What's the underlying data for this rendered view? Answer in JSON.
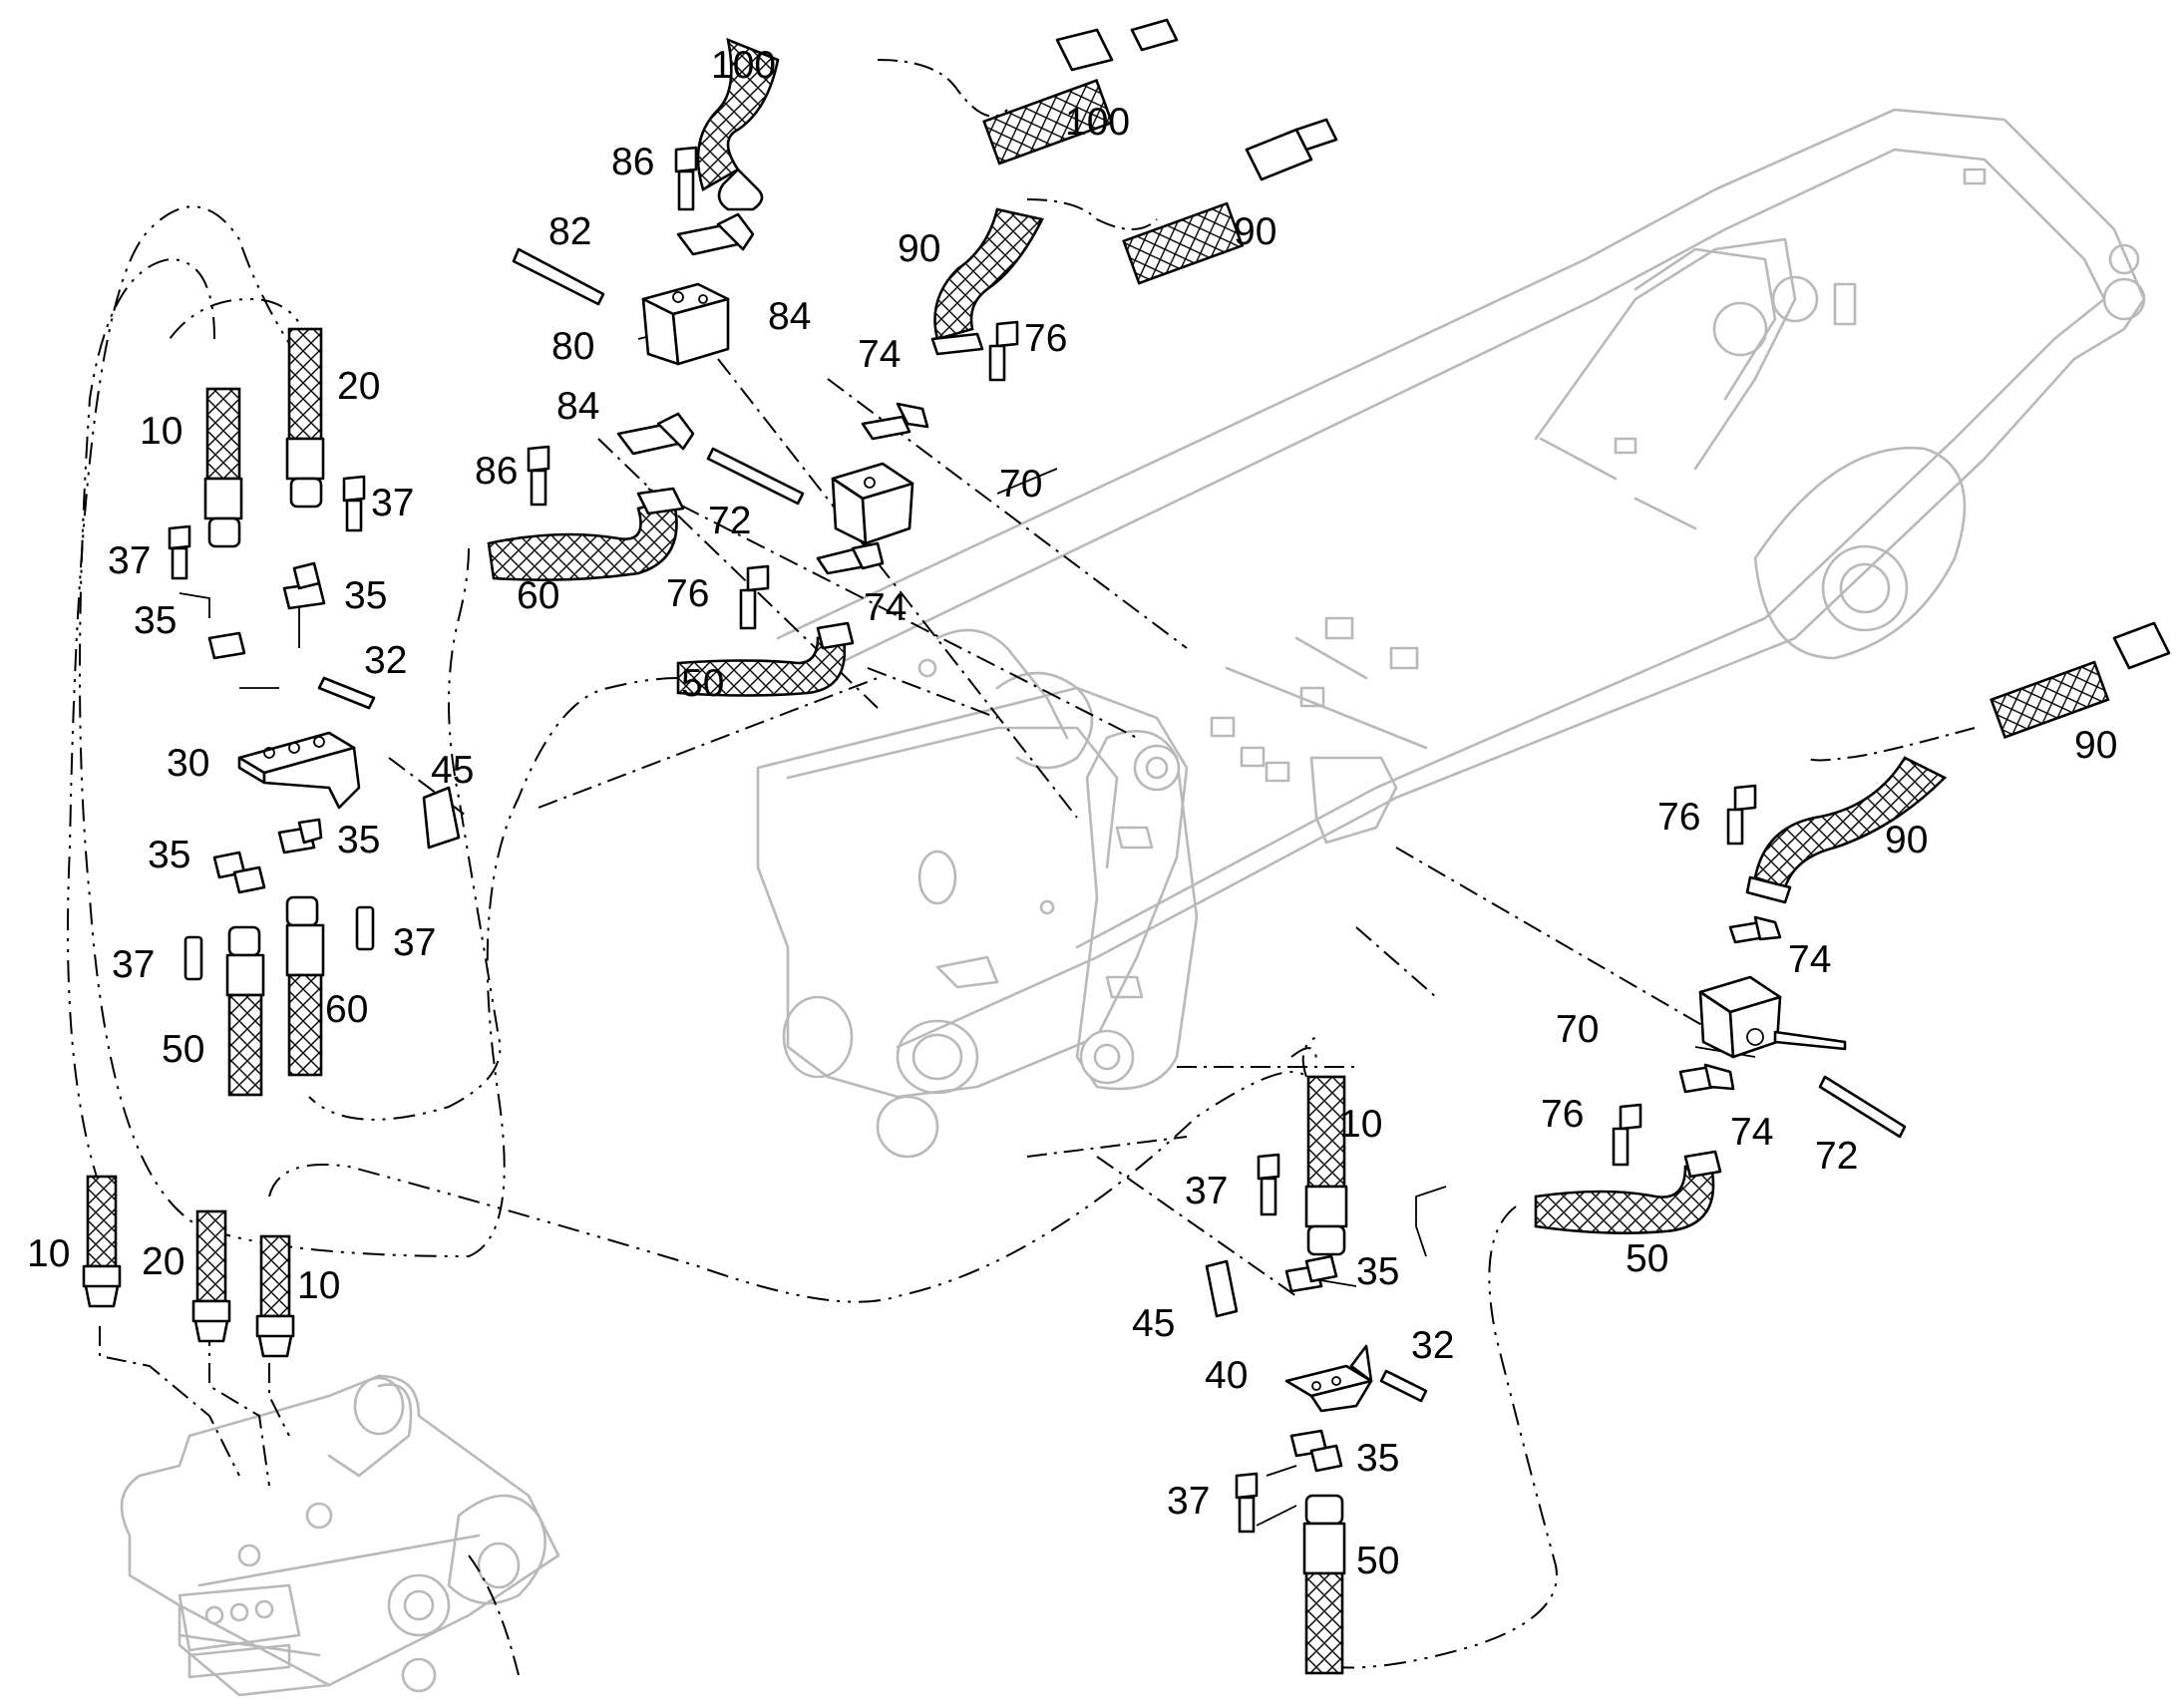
{
  "labels": [
    {
      "id": "100a",
      "text": "100"
    },
    {
      "id": "100b",
      "text": "100"
    },
    {
      "id": "86a",
      "text": "86"
    },
    {
      "id": "82",
      "text": "82"
    },
    {
      "id": "84a",
      "text": "84"
    },
    {
      "id": "80",
      "text": "80"
    },
    {
      "id": "84b",
      "text": "84"
    },
    {
      "id": "86b",
      "text": "86"
    },
    {
      "id": "90a",
      "text": "90"
    },
    {
      "id": "90b",
      "text": "90"
    },
    {
      "id": "74a",
      "text": "74"
    },
    {
      "id": "76a",
      "text": "76"
    },
    {
      "id": "70a",
      "text": "70"
    },
    {
      "id": "72a",
      "text": "72"
    },
    {
      "id": "60a",
      "text": "60"
    },
    {
      "id": "76b",
      "text": "76"
    },
    {
      "id": "74b",
      "text": "74"
    },
    {
      "id": "50a",
      "text": "50"
    },
    {
      "id": "10a",
      "text": "10"
    },
    {
      "id": "20a",
      "text": "20"
    },
    {
      "id": "37a",
      "text": "37"
    },
    {
      "id": "37b",
      "text": "37"
    },
    {
      "id": "35a",
      "text": "35"
    },
    {
      "id": "35b",
      "text": "35"
    },
    {
      "id": "32a",
      "text": "32"
    },
    {
      "id": "30",
      "text": "30"
    },
    {
      "id": "45a",
      "text": "45"
    },
    {
      "id": "35c",
      "text": "35"
    },
    {
      "id": "35d",
      "text": "35"
    },
    {
      "id": "37c",
      "text": "37"
    },
    {
      "id": "37d",
      "text": "37"
    },
    {
      "id": "50b",
      "text": "50"
    },
    {
      "id": "60b",
      "text": "60"
    },
    {
      "id": "10b",
      "text": "10"
    },
    {
      "id": "20b",
      "text": "20"
    },
    {
      "id": "10c",
      "text": "10"
    },
    {
      "id": "90c",
      "text": "90"
    },
    {
      "id": "76c",
      "text": "76"
    },
    {
      "id": "90d",
      "text": "90"
    },
    {
      "id": "74c",
      "text": "74"
    },
    {
      "id": "70b",
      "text": "70"
    },
    {
      "id": "76d",
      "text": "76"
    },
    {
      "id": "74d",
      "text": "74"
    },
    {
      "id": "72b",
      "text": "72"
    },
    {
      "id": "50c",
      "text": "50"
    },
    {
      "id": "10d",
      "text": "10"
    },
    {
      "id": "37e",
      "text": "37"
    },
    {
      "id": "35e",
      "text": "35"
    },
    {
      "id": "45b",
      "text": "45"
    },
    {
      "id": "32b",
      "text": "32"
    },
    {
      "id": "40",
      "text": "40"
    },
    {
      "id": "35f",
      "text": "35"
    },
    {
      "id": "37f",
      "text": "37"
    },
    {
      "id": "50d",
      "text": "50"
    }
  ]
}
